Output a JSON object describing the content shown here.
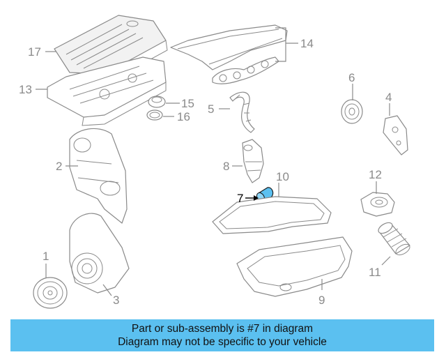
{
  "labels": {
    "p1": "1",
    "p2": "2",
    "p3": "3",
    "p4": "4",
    "p5": "5",
    "p6": "6",
    "p7": "7",
    "p8": "8",
    "p9": "9",
    "p10": "10",
    "p11": "11",
    "p12": "12",
    "p13": "13",
    "p14": "14",
    "p15": "15",
    "p16": "16",
    "p17": "17"
  },
  "highlight": {
    "part": "7",
    "color": "#5bc0f0"
  },
  "caption": {
    "line1": "Part or sub-assembly is #7 in diagram",
    "line2": "Diagram may not be specific to your vehicle",
    "background": "#5bc0f0"
  }
}
